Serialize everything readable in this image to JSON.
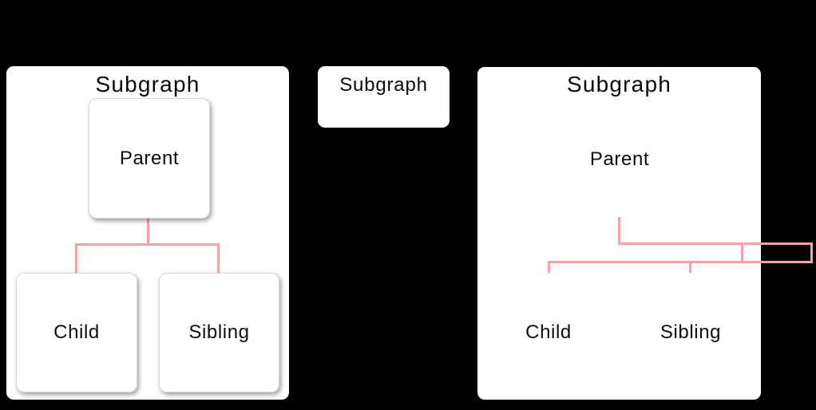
{
  "diagram": {
    "type": "flowchart",
    "background": "#000000",
    "colors": {
      "edge": "#f5a1a7",
      "node_fill": "#ffffff",
      "node_border": "#d8d8d8",
      "subgraph_fill": "#ffffff",
      "text": "#0d0d0d"
    },
    "subgraphs": [
      {
        "title": "Subgraph",
        "nodes": [
          {
            "label": "Parent"
          },
          {
            "label": "Child"
          },
          {
            "label": "Sibling"
          }
        ],
        "edges": [
          "Parent-Child",
          "Parent-Sibling"
        ]
      },
      {
        "title": "Subgraph",
        "nodes": [],
        "edges": []
      },
      {
        "title": "Subgraph",
        "nodes": [
          {
            "label": "Parent"
          },
          {
            "label": "Child"
          },
          {
            "label": "Sibling"
          }
        ],
        "edges": [
          "Parent-Child",
          "Parent-Sibling"
        ]
      }
    ]
  }
}
